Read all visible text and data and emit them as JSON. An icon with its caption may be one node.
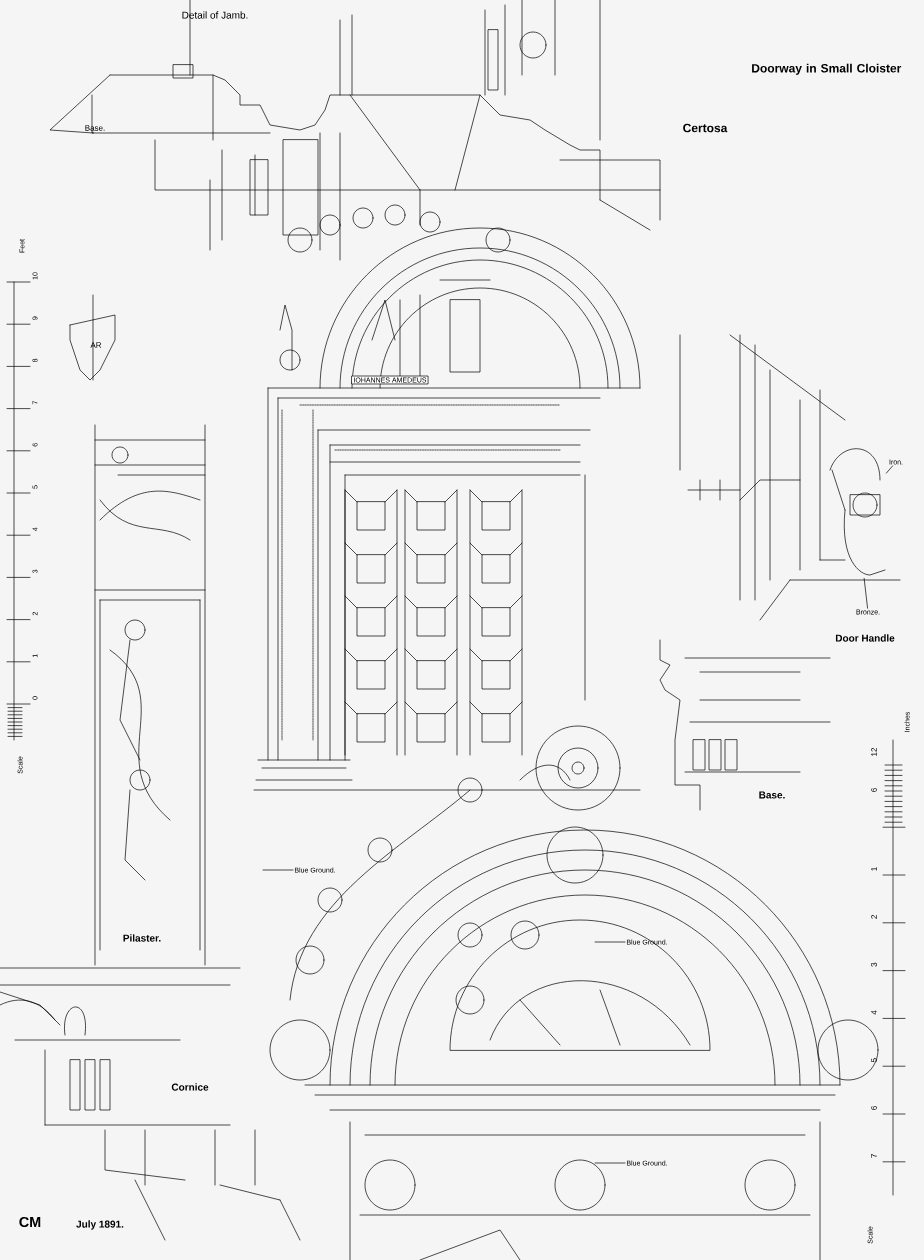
{
  "diagram": {
    "title": "Doorway in Small Cloister",
    "nodes": [
      {
        "text": [
          "Iron."
        ]
      },
      {
        "text": [
          "Bronze."
        ]
      },
      {
        "text": [],
        "shape": "picture"
      },
      {
        "text": [
          "Blue Ground."
        ]
      },
      {
        "text": [
          "Blue Ground."
        ]
      },
      {
        "text": [
          "Blue Ground."
        ]
      }
    ],
    "edges": [
      {
        "from": 0,
        "to": 2,
        "arrow": "none"
      },
      {
        "from": 1,
        "to": 2,
        "arrow": "none"
      },
      {
        "from": 3,
        "to": null,
        "arrow": "none"
      },
      {
        "from": 4,
        "to": null,
        "arrow": "none"
      },
      {
        "from": 5,
        "to": null,
        "arrow": "none"
      }
    ],
    "labels": [
      "Detail of Jamb.",
      "Base.",
      "Certosa",
      "Door Handle",
      "Base.",
      "Pilaster.",
      "Cornice",
      "CM",
      "July 1891.",
      "IOHANNES AMEDEUS",
      "AR",
      "Feet",
      "10",
      "9",
      "8",
      "7",
      "6",
      "5",
      "4",
      "3",
      "2",
      "1",
      "0",
      "Scale",
      "Inches",
      "12",
      "6",
      "1",
      "2",
      "3",
      "4",
      "5",
      "6",
      "7",
      "Scale"
    ]
  }
}
